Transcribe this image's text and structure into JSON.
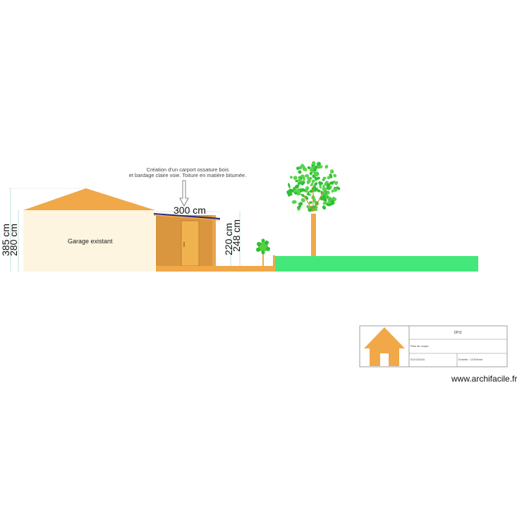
{
  "drawing": {
    "annotation_lines": [
      "Création d'un carport ossature bois",
      "et bardage claire voie. Toiture en matière bitumée."
    ],
    "garage_label": "Garage existant",
    "dimensions": {
      "carport_width": "300 cm",
      "garage_total_height": "385 cm",
      "garage_wall_height": "280 cm",
      "carport_low_height": "220 cm",
      "carport_high_height": "248 cm"
    }
  },
  "cartouche": {
    "title": "DPI3",
    "subtitle": "Plan de coupe",
    "date": "01/12/2024",
    "scale": "Echelle : 1/100ème"
  },
  "watermark": "www.archifacile.fr",
  "colors": {
    "roof": "#f0a848",
    "garage_wall": "#fdf5df",
    "carport": "#d9963f",
    "door": "#f0b24e",
    "ground": "#f0a848",
    "grass": "#44e87a",
    "tree_leaf": "#2fbf35",
    "trunk": "#f0a848"
  }
}
